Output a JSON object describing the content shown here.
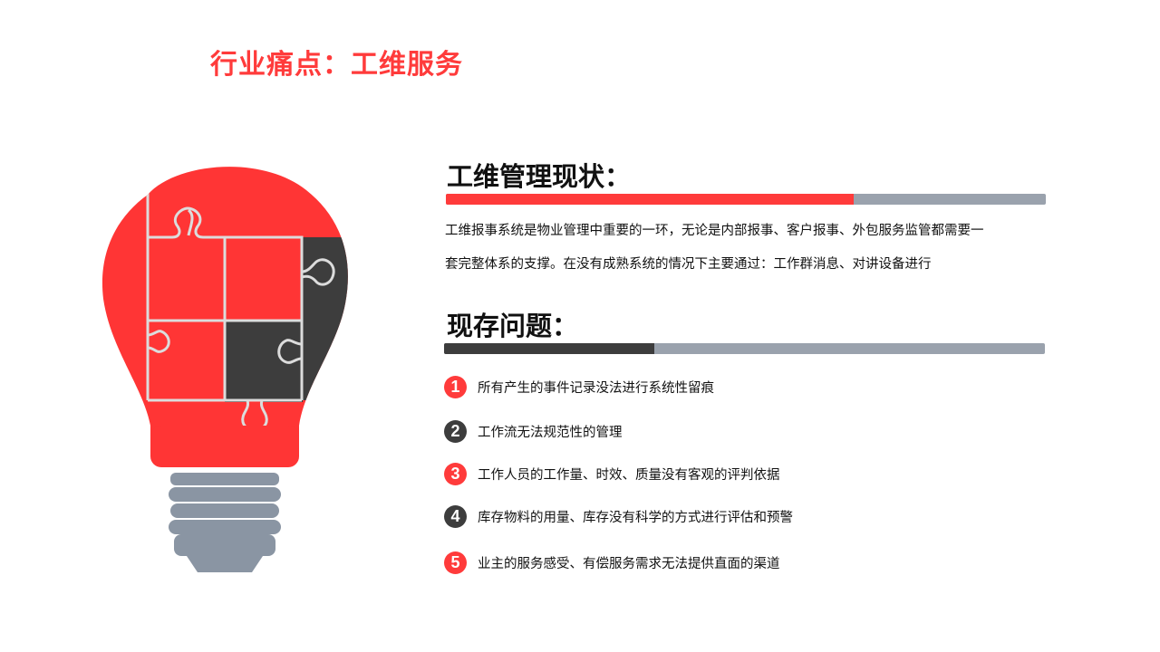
{
  "title": "行业痛点：工维服务",
  "colors": {
    "accent": "#ff3b3b",
    "dark": "#3d3d3d",
    "gray": "#9aa2ad",
    "base": "#8a95a3"
  },
  "status": {
    "heading": "工维管理现状：",
    "bar_fill": 0.68,
    "lines": [
      "工维报事系统是物业管理中重要的一环，无论是内部报事、客户报事、外包服务监管都需要一",
      "套完整体系的支撑。在没有成熟系统的情况下主要通过：工作群消息、对讲设备进行"
    ]
  },
  "problems": {
    "heading": "现存问题：",
    "bar_fill": 0.35,
    "items": [
      {
        "num": "1",
        "text": "所有产生的事件记录没法进行系统性留痕",
        "color": "#ff3b3b"
      },
      {
        "num": "2",
        "text": "工作流无法规范性的管理",
        "color": "#3d3d3d"
      },
      {
        "num": "3",
        "text": "工作人员的工作量、时效、质量没有客观的评判依据",
        "color": "#ff3b3b"
      },
      {
        "num": "4",
        "text": "库存物料的用量、库存没有科学的方式进行评估和预警",
        "color": "#3d3d3d"
      },
      {
        "num": "5",
        "text": "业主的服务感受、有偿服务需求无法提供直面的渠道",
        "color": "#ff3b3b"
      }
    ]
  }
}
